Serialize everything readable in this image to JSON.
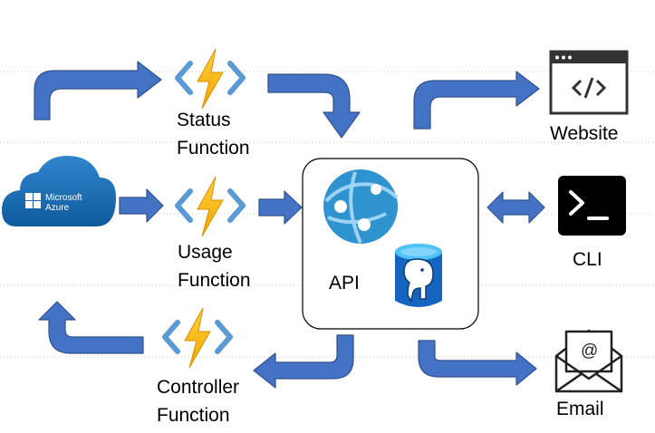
{
  "cloud": {
    "brand": "Microsoft",
    "product": "Azure"
  },
  "functions": {
    "status": {
      "line1": "Status",
      "line2": "Function"
    },
    "usage": {
      "line1": "Usage",
      "line2": "Function"
    },
    "controller": {
      "line1": "Controller",
      "line2": "Function"
    }
  },
  "api": {
    "label": "API"
  },
  "outputs": {
    "website": "Website",
    "cli": "CLI",
    "email": "Email"
  },
  "icons": {
    "website": "browser-code-icon",
    "cli": "terminal-prompt-icon",
    "email": "envelope-at-icon",
    "function": "azure-function-lightning-icon",
    "api": "app-service-icon",
    "database": "postgresql-database-icon"
  },
  "colors": {
    "arrow": "#4472c4",
    "arrow_stroke": "#2f528f",
    "bolt": "#f5b400",
    "bracket": "#5a9bd5",
    "cloud": "#1c6fb4",
    "api_icon": "#2f93cf",
    "db": "#1565c0",
    "terminal": "#000000"
  }
}
